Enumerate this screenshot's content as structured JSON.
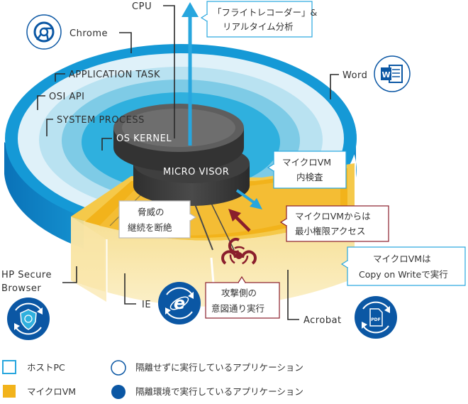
{
  "diagram": {
    "cpu": "CPU",
    "layers": {
      "application_task": "APPLICATION TASK",
      "osi_api": "OSI API",
      "system_process": "SYSTEM PROCESS",
      "os_kernel": "OS KERNEL",
      "micro_visor": "MICRO VISOR"
    },
    "apps": {
      "chrome": "Chrome",
      "word": "Word",
      "hp_secure_browser_1": "HP Secure",
      "hp_secure_browser_2": "Browser",
      "ie": "IE",
      "acrobat": "Acrobat"
    },
    "callouts": {
      "flight_recorder_1": "「フライトレコーダー」&",
      "flight_recorder_2": "リアルタイム分析",
      "introspection_1": "マイクロVM",
      "introspection_2": "内検査",
      "threat_1": "脅威の",
      "threat_2": "継続を断絶",
      "min_access_1": "マイクロVMからは",
      "min_access_2": "最小権限アクセス",
      "copy_on_write_1": "マイクロVMは",
      "copy_on_write_2": "Copy on Writeで実行",
      "attacker_1": "攻撃側の",
      "attacker_2": "意図通り実行"
    },
    "icons": {
      "chrome": "chrome-icon",
      "word": "word-icon",
      "hp_secure_browser": "hp-secure-browser-icon",
      "ie": "ie-icon",
      "acrobat": "acrobat-pdf-icon",
      "biohazard": "biohazard-icon"
    },
    "colors": {
      "host_pc": "#1aa0d8",
      "micro_vm": "#f2b31b",
      "app_running_isolated": "#0b57a4",
      "micro_visor": "#3a3a3a",
      "threat": "#8a1e2c"
    }
  },
  "legend": [
    {
      "label": "ホストPC"
    },
    {
      "label": "マイクロVM"
    },
    {
      "label": "隔離せずに実行しているアプリケーション"
    },
    {
      "label": "隔離環境で実行しているアプリケーション"
    }
  ]
}
